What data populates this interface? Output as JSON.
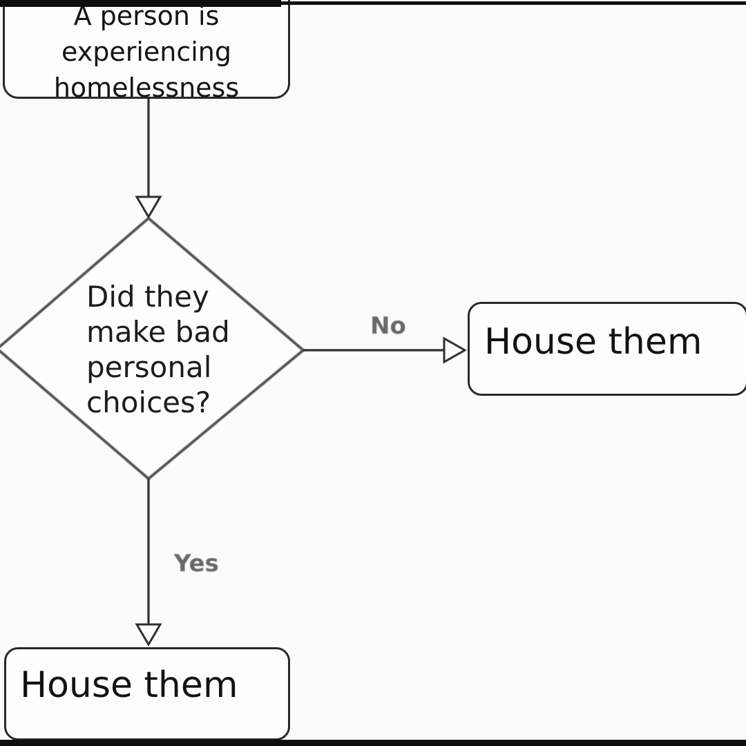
{
  "meta": {
    "description": "Flowchart about housing people experiencing homelessness"
  },
  "colors": {
    "background": "#fbfbfb",
    "letterbox_bar": "#0e0e0e",
    "node_fill": "#fdfdfd",
    "node_border": "#282828",
    "diamond_border": "#555555",
    "connector_line": "#2e2e2e",
    "node_text": "#141414",
    "edge_label_text": "#686868"
  },
  "nodes": {
    "start": {
      "line1": "A person is",
      "line2": "experiencing",
      "line3": "homelessness"
    },
    "decision": {
      "line1": "Did they",
      "line2": "make bad",
      "line3": "personal",
      "line4": "choices?"
    },
    "house_right": {
      "label": "House them"
    },
    "house_bottom": {
      "label": "House them"
    }
  },
  "edges": {
    "no": {
      "label": "No"
    },
    "yes": {
      "label": "Yes"
    }
  }
}
